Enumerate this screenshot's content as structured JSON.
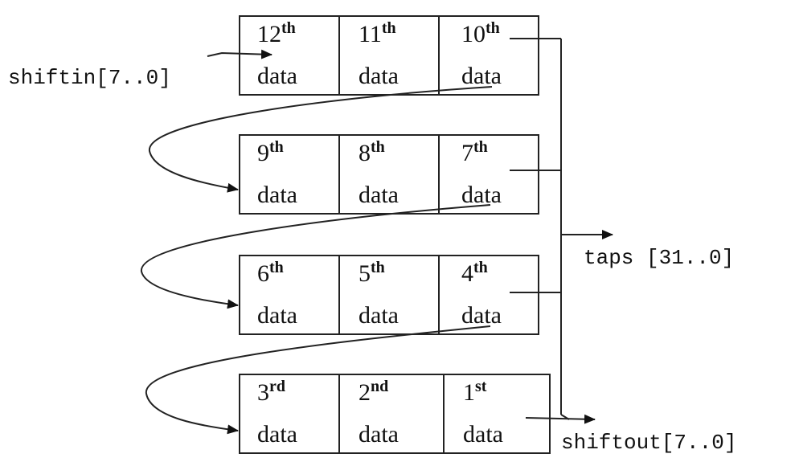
{
  "input_label": "shiftin[7..0]",
  "taps_label": "taps [31..0]",
  "output_label": "shiftout[7..0]",
  "rows": [
    {
      "cells": [
        {
          "num": "12",
          "sup": "th",
          "word": "data"
        },
        {
          "num": "11",
          "sup": "th",
          "word": "data"
        },
        {
          "num": "10",
          "sup": "th",
          "word": "data"
        }
      ]
    },
    {
      "cells": [
        {
          "num": "9",
          "sup": "th",
          "word": "data"
        },
        {
          "num": "8",
          "sup": "th",
          "word": "data"
        },
        {
          "num": "7",
          "sup": "th",
          "word": "data"
        }
      ]
    },
    {
      "cells": [
        {
          "num": "6",
          "sup": "th",
          "word": "data"
        },
        {
          "num": "5",
          "sup": "th",
          "word": "data"
        },
        {
          "num": "4",
          "sup": "th",
          "word": "data"
        }
      ]
    },
    {
      "cells": [
        {
          "num": "3",
          "sup": "rd",
          "word": "data"
        },
        {
          "num": "2",
          "sup": "nd",
          "word": "data"
        },
        {
          "num": "1",
          "sup": "st",
          "word": "data"
        }
      ]
    }
  ]
}
